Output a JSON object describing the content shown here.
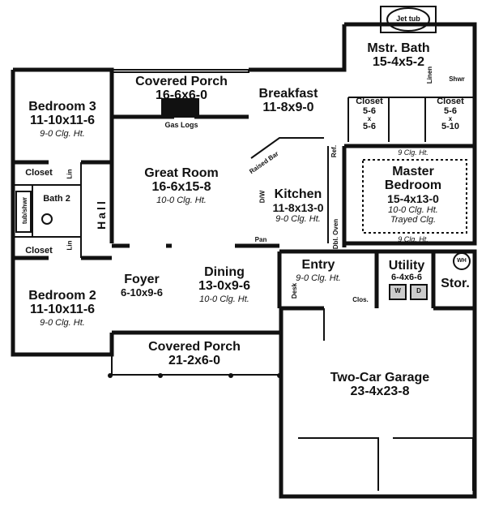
{
  "rooms": {
    "covered_porch_rear": {
      "name": "Covered Porch",
      "dims": "16-6x6-0"
    },
    "gas_logs": "Gas Logs",
    "breakfast": {
      "name": "Breakfast",
      "dims": "11-8x9-0"
    },
    "jet_tub": "Jet tub",
    "master_bath": {
      "name": "Mstr. Bath",
      "dims": "15-4x5-2"
    },
    "linen_bath": "Linen",
    "shower": "Shwr",
    "closet_left": {
      "name": "Closet",
      "w": "5-6",
      "x": "x",
      "h": "5-6"
    },
    "closet_right": {
      "name": "Closet",
      "w": "5-6",
      "x": "x",
      "h": "5-10"
    },
    "bedroom3": {
      "name": "Bedroom 3",
      "dims": "11-10x11-6",
      "ceiling": "9-0 Clg. Ht."
    },
    "great_room": {
      "name": "Great Room",
      "dims": "16-6x15-8",
      "ceiling": "10-0 Clg. Ht."
    },
    "raised_bar": "Raised Bar",
    "dw": "D/W",
    "ref": "Ref.",
    "kitchen": {
      "name": "Kitchen",
      "dims": "11-8x13-0",
      "ceiling": "9-0 Clg. Ht."
    },
    "pan": "Pan",
    "dbl_oven": "Dbl. Oven",
    "master_bedroom": {
      "name": "Master",
      "name2": "Bedroom",
      "dims": "15-4x13-0",
      "ceiling": "10-0 Clg. Ht.",
      "trayed": "Trayed Clg.",
      "note_top": "9 Clg. Ht.",
      "note_bottom": "9 Clg. Ht."
    },
    "closet_b3": "Closet",
    "lin_b3": "Lin",
    "bath2": "Bath 2",
    "tub_shwr": "tub/shwr",
    "hall": "Hall",
    "closet_b2": "Closet",
    "lin_b2": "Lin",
    "bedroom2": {
      "name": "Bedroom 2",
      "dims": "11-10x11-6",
      "ceiling": "9-0 Clg. Ht."
    },
    "foyer": {
      "name": "Foyer",
      "dims": "6-10x9-6"
    },
    "dining": {
      "name": "Dining",
      "dims": "13-0x9-6",
      "ceiling": "10-0 Clg. Ht."
    },
    "entry": {
      "name": "Entry",
      "ceiling": "9-0 Clg. Ht."
    },
    "desk": "Desk",
    "clos": "Clos.",
    "utility": {
      "name": "Utility",
      "dims": "6-4x6-6"
    },
    "w": "W",
    "d": "D",
    "wh": "WH",
    "storage": "Stor.",
    "covered_porch_front": {
      "name": "Covered Porch",
      "dims": "21-2x6-0"
    },
    "garage": {
      "name": "Two-Car Garage",
      "dims": "23-4x23-8"
    }
  }
}
